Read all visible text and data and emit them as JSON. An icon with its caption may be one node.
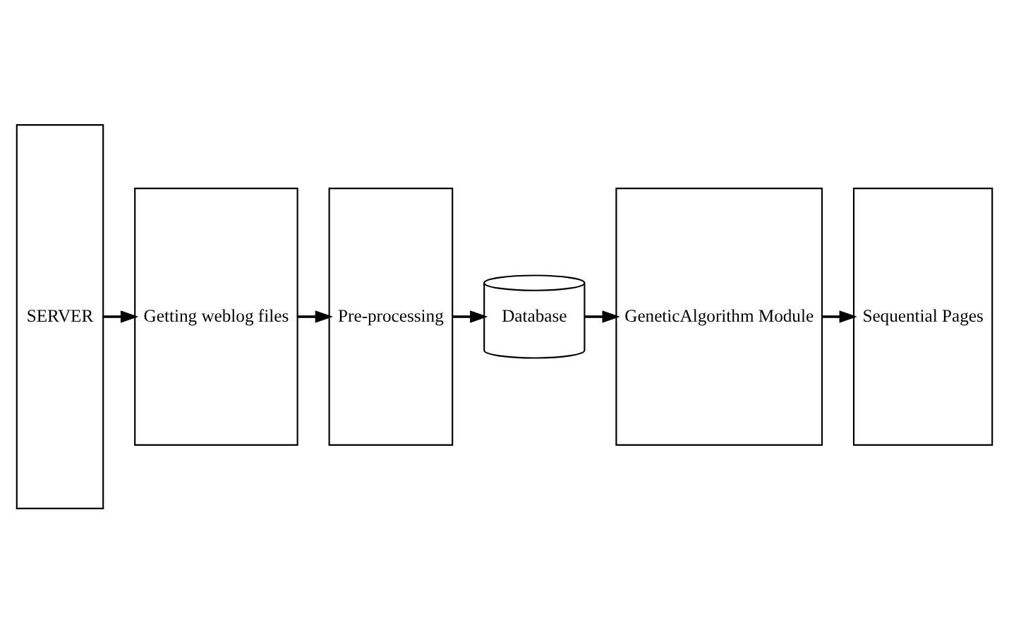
{
  "diagram": {
    "nodes": [
      {
        "text": [
          "SERVER"
        ]
      },
      {
        "text": [
          "Getting weblog files"
        ]
      },
      {
        "text": [
          "Pre-processing"
        ]
      },
      {
        "text": [
          "Database"
        ]
      },
      {
        "text": [
          "GeneticAlgorithm Module"
        ]
      },
      {
        "text": [
          "Sequential Pages"
        ]
      }
    ],
    "edges": [
      {
        "from": 0,
        "to": 1,
        "arrow": "to"
      },
      {
        "from": 1,
        "to": 2,
        "arrow": "to"
      },
      {
        "from": 2,
        "to": 3,
        "arrow": "to"
      },
      {
        "from": 3,
        "to": 4,
        "arrow": "to"
      },
      {
        "from": 4,
        "to": 5,
        "arrow": "to"
      }
    ]
  }
}
